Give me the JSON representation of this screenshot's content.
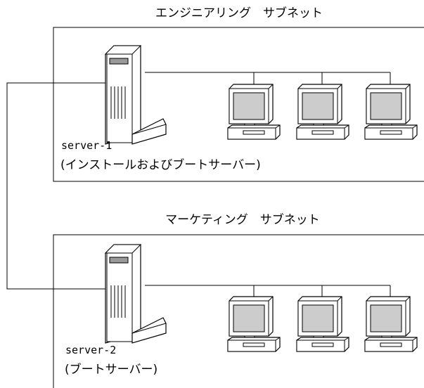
{
  "diagram": {
    "subnets": [
      {
        "title": "エンジニアリング　サブネット",
        "server_name": "server-1",
        "server_role": "(インストールおよびブートサーバー)",
        "clients": [
          "client",
          "client",
          "client"
        ]
      },
      {
        "title": "マーケティング　サブネット",
        "server_name": "server-2",
        "server_role": "(ブートサーバー)",
        "clients": [
          "client",
          "client",
          "client"
        ]
      }
    ]
  }
}
